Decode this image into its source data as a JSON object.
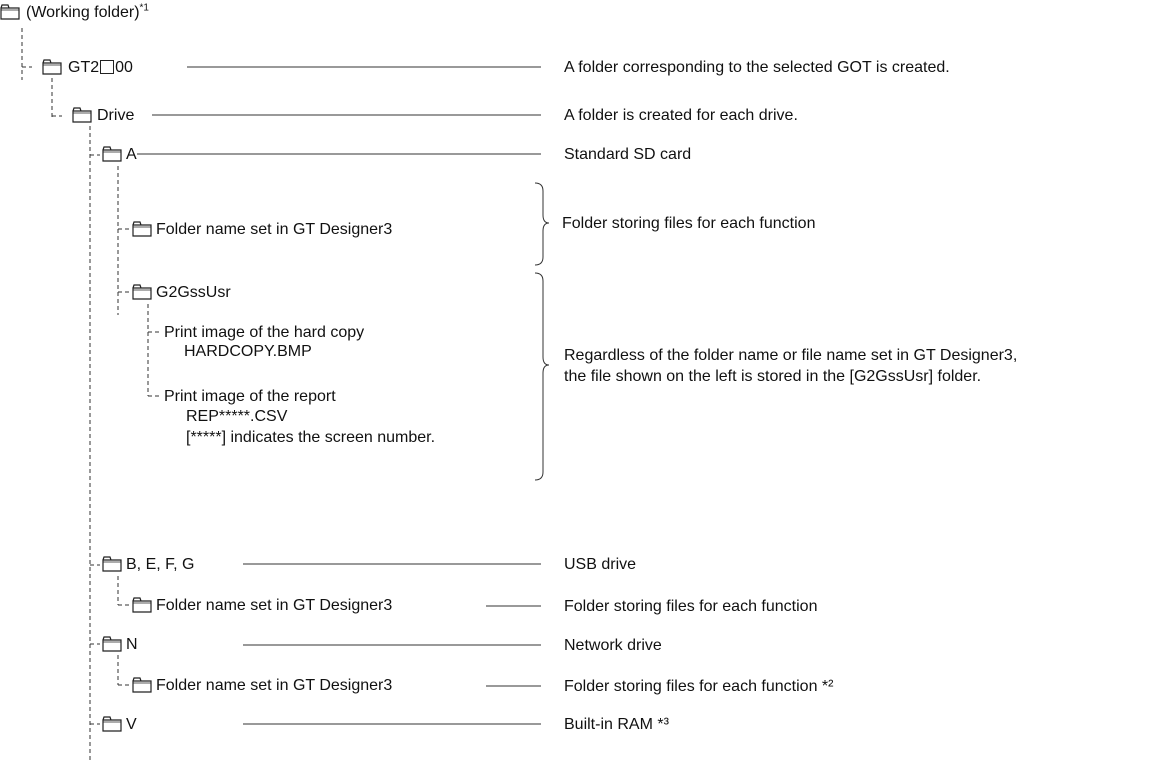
{
  "tree": {
    "working_folder": "(Working folder)",
    "working_folder_note": "*1",
    "got_folder_prefix": "GT2",
    "got_folder_suffix": "00",
    "drive_folder": "Drive",
    "drive_a": "A",
    "folder_name_set": "Folder name set in GT Designer3",
    "g2gssusr": "G2GssUsr",
    "hardcopy_label": "Print image of the hard copy",
    "hardcopy_file": "HARDCOPY.BMP",
    "report_label": "Print image of the report",
    "report_file": "REP*****.CSV",
    "report_note": "[*****] indicates the screen number.",
    "drive_usb": "B, E, F, G",
    "usb_subfolder": "Folder name set in GT Designer3",
    "drive_n": "N",
    "n_subfolder": "Folder name set in GT Designer3",
    "drive_v": "V"
  },
  "descriptions": {
    "got": "A folder corresponding to the selected GOT is created.",
    "drive": "A folder is created for each drive.",
    "drive_a": "Standard SD card",
    "function_folder": "Folder storing files for each function",
    "g2gssusr_line1": "Regardless of the folder name or file name set in GT Designer3,",
    "g2gssusr_line2": "the file shown on the left is stored in the [G2GssUsr] folder.",
    "usb": "USB drive",
    "usb_function": "Folder storing files for each function",
    "network": "Network drive",
    "network_function": "Folder storing files for each function *²",
    "builtin_ram": "Built-in RAM *³"
  }
}
